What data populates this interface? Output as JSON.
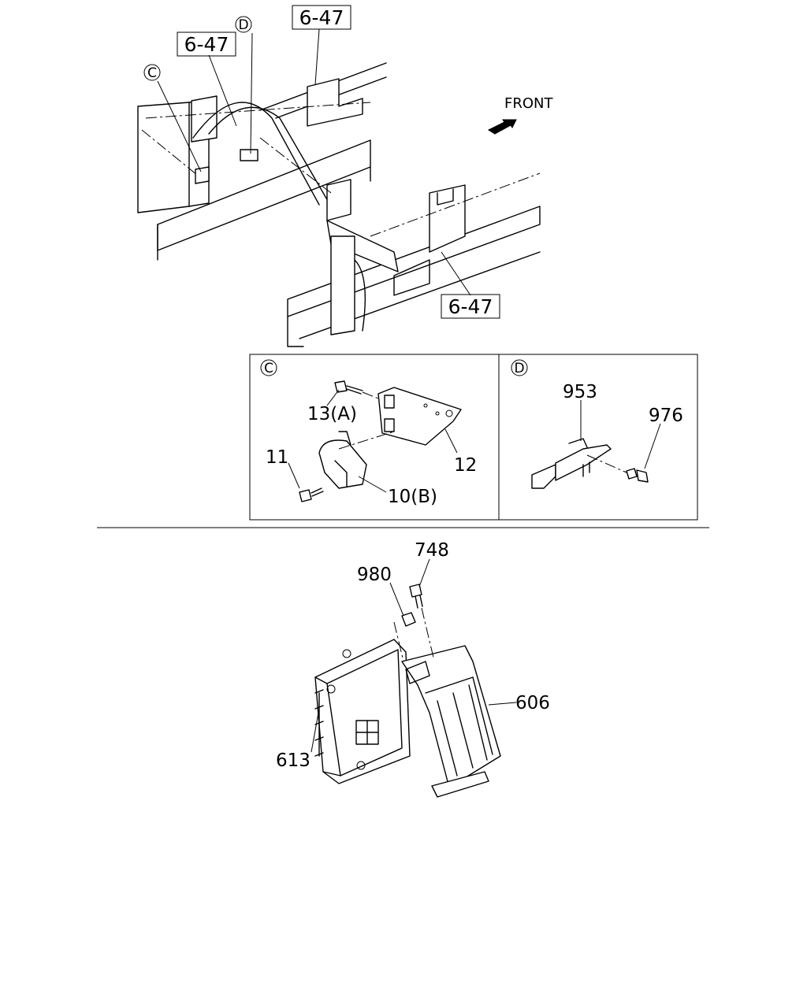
{
  "page_refs": [
    "6-47",
    "6-47",
    "6-47"
  ],
  "direction_label": "FRONT",
  "callouts": {
    "c": "C",
    "d": "D"
  },
  "parts": {
    "p13": "13(A)",
    "p11": "11",
    "p12": "12",
    "p10": "10(B)",
    "p953": "953",
    "p976": "976",
    "p748": "748",
    "p980": "980",
    "p606": "606",
    "p613": "613"
  }
}
